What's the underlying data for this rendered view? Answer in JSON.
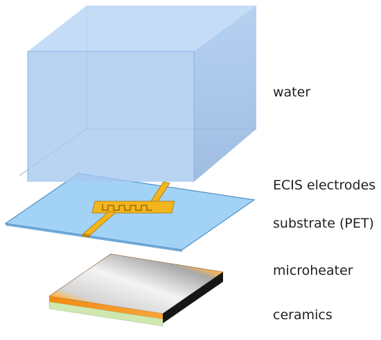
{
  "labels": {
    "water": "water",
    "ecis_electrodes": "ECIS electrodes",
    "substrate": "substrate (PET)",
    "microheater": "microheater",
    "ceramics": "ceramics"
  },
  "colors": {
    "water": "#8fb6e6",
    "substrate": "#9ccff5",
    "electrode_gold": "#f2b51c",
    "heater_orange": "#f28a12",
    "heater_silver": "#c9c9c9",
    "ceramic_green": "#cfe8b0",
    "side_dark": "#1a1a1a"
  }
}
